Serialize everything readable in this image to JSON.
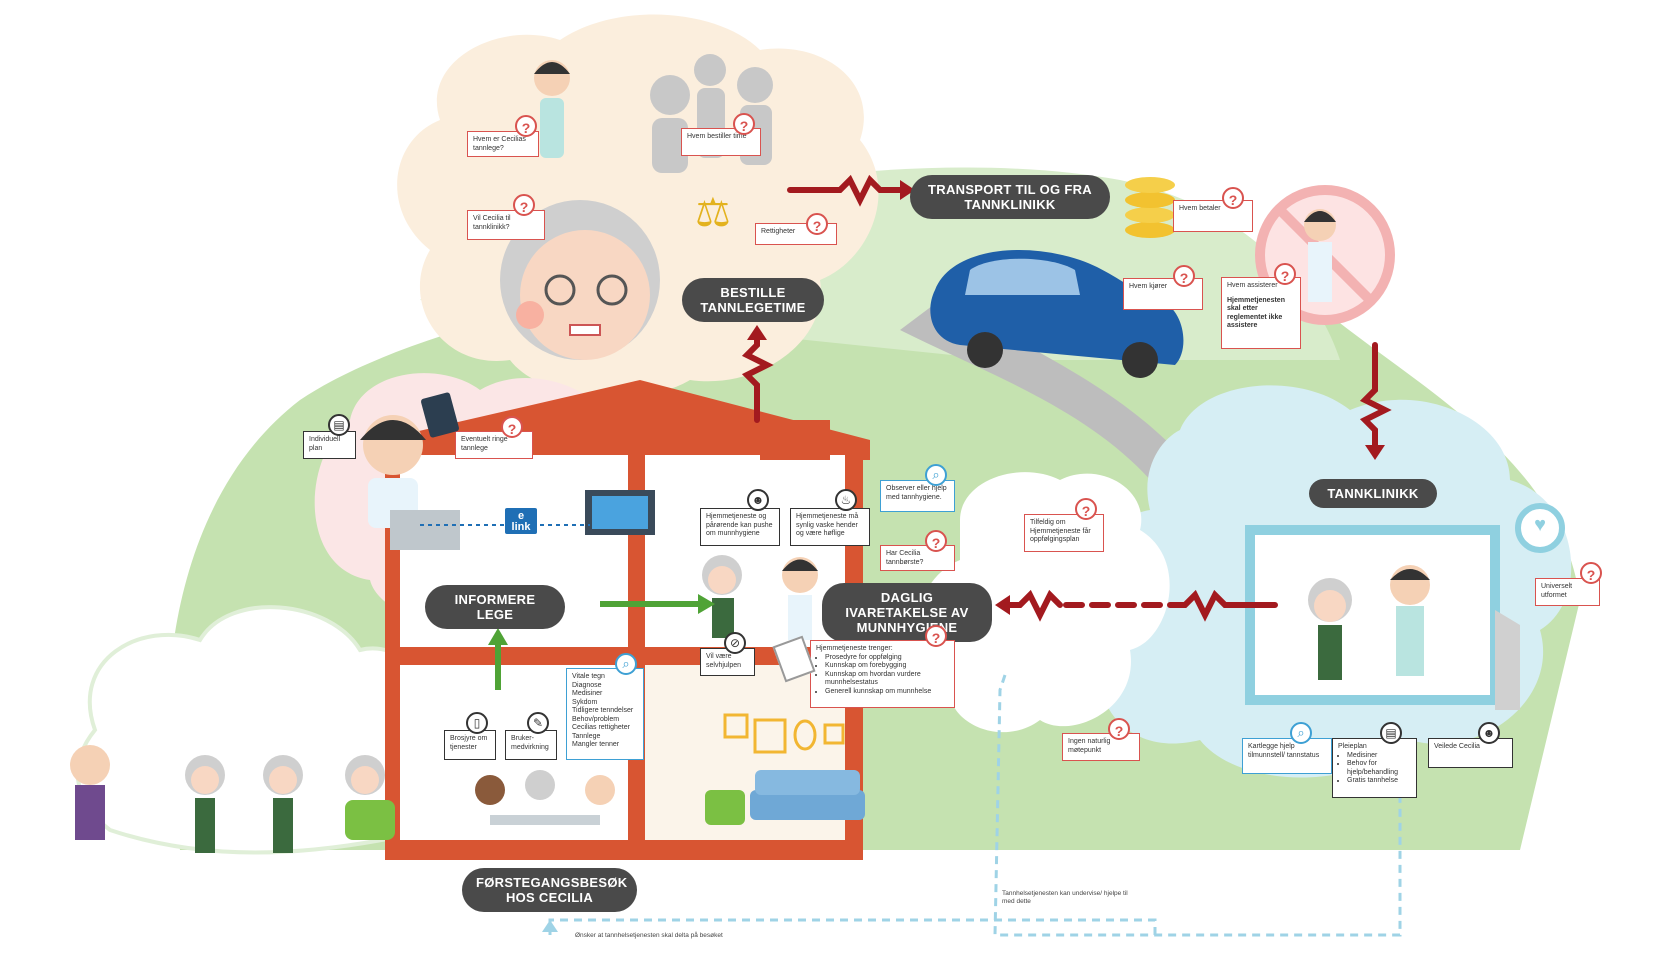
{
  "stages": {
    "bestille": "BESTILLE TANNLEGETIME",
    "transport": "TRANSPORT TIL OG FRA TANNKLINIKK",
    "tannklinikk": "TANNKLINIKK",
    "daglig": "DAGLIG IVARETAKELSE AV MUNNHYGIENE",
    "informere": "INFORMERE LEGE",
    "forstegang": "FØRSTEGANGSBESØK HOS CECILIA"
  },
  "notes": {
    "hvem_tannlege": "Hvem er Cecilias tannlege?",
    "vil_cecilia": "Vil Cecilia til tannklinikk?",
    "hvem_bestiller": "Hvem bestiller time",
    "rettigheter": "Rettigheter",
    "hvem_betaler": "Hvem betaler",
    "hvem_kjorer": "Hvem kjører",
    "hvem_assisterer": "Hvem assisterer",
    "hjemme_ikke_assistere": "Hjemmetjenesten skal etter reglementet ikke assistere",
    "individuell_plan": "Individuell plan",
    "eventuelt_tannlege": "Eventuelt ringe tannlege",
    "hjemme_parorende": "Hjemmetjeneste og pårørende kan pushe om munnhygiene",
    "hjemme_synlig": "Hjemmetjeneste må synlig vaske hender og være høflige",
    "observer": "Observer eller hjelp med tannhygiene.",
    "har_tannborste": "Har Cecilia tannbørste?",
    "tidsfrist": "Tilfeldig om Hjemmetjeneste får oppfølgingsplan",
    "vil_selvhjulpen": "Vil være selvhjulpen",
    "hjemme_trenger_title": "Hjemmetjeneste trenger:",
    "hjemme_trenger": [
      "Prosedyre for oppfølging",
      "Kunnskap om forebygging",
      "Kunnskap om hvordan vurdere munnhelsestatus",
      "Generell kunnskap om munnhelse"
    ],
    "universelt": "Universelt utformet",
    "ingen_naturlig": "Ingen naturlig møtepunkt",
    "brosjyre": "Brosjyre om tjenester",
    "brukermedvirkning": "Bruker-medvirkning",
    "vitale": [
      "Vitale tegn",
      "Diagnose",
      "Medisiner",
      "Sykdom",
      "Tidligere tenndelser",
      "Behov/problem",
      "Cecilias rettigheter",
      "Tannlege",
      "Mangler tenner"
    ],
    "kartlegge": "Kartlegge hjelp tilmunnstell/ tannstatus",
    "pleieplan_title": "Pleieplan",
    "pleieplan": [
      "Medisiner",
      "Behov for hjelp/behandling",
      "Gratis tannhelse"
    ],
    "veilede": "Veilede Cecilia"
  },
  "bottom": {
    "tannhelse_undervise": "Tannhelsetjenesten kan undervise/ hjelpe til med dette",
    "onsker_delta": "Ønsker at tannhelsetjenesten skal delta på besøket"
  },
  "elink": {
    "top": "e",
    "bottom": "link"
  },
  "colors": {
    "red": "#d9534f",
    "darkred": "#a31a1f",
    "green": "#4fa336",
    "house": "#d85532",
    "pill": "#4a4a4a",
    "blue_cloud": "#d6eef4",
    "beige_cloud": "#fbeedd",
    "pink_cloud": "#fbe6e6",
    "hill_green": "#c5e2b0"
  }
}
